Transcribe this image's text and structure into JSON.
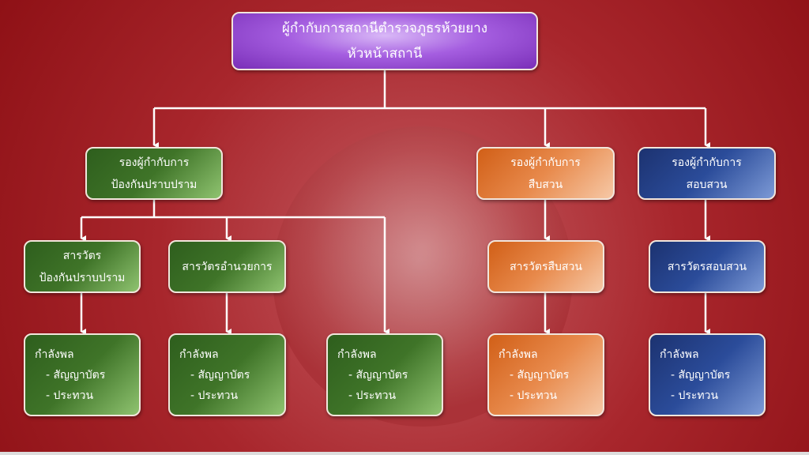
{
  "top": {
    "line1": "ผู้กำกับการสถานีตำรวจภูธรห้วยยาง",
    "line2": "หัวหน้าสถานี"
  },
  "deputies": [
    {
      "line1": "รองผู้กำกับการ",
      "line2": "ป้องกันปราบปราม"
    },
    {
      "line1": "รองผู้กำกับการ",
      "line2": "สืบสวน"
    },
    {
      "line1": "รองผู้กำกับการ",
      "line2": "สอบสวน"
    }
  ],
  "inspectors": [
    {
      "line1": "สารวัตร",
      "line2": "ป้องกันปราบปราม"
    },
    {
      "line1": "สารวัตรอำนวยการ"
    },
    {
      "line1": "สารวัตรสืบสวน"
    },
    {
      "line1": "สารวัตรสอบสวน"
    }
  ],
  "force": {
    "title": "กำลังพล",
    "item1": "- สัญญาบัตร",
    "item2": "- ประทวน"
  },
  "colors": {
    "purple": "#a55ee0",
    "green": "#3f7428",
    "orange": "#e88a4c",
    "blue": "#2b4c9a",
    "background": "#a8262c"
  }
}
